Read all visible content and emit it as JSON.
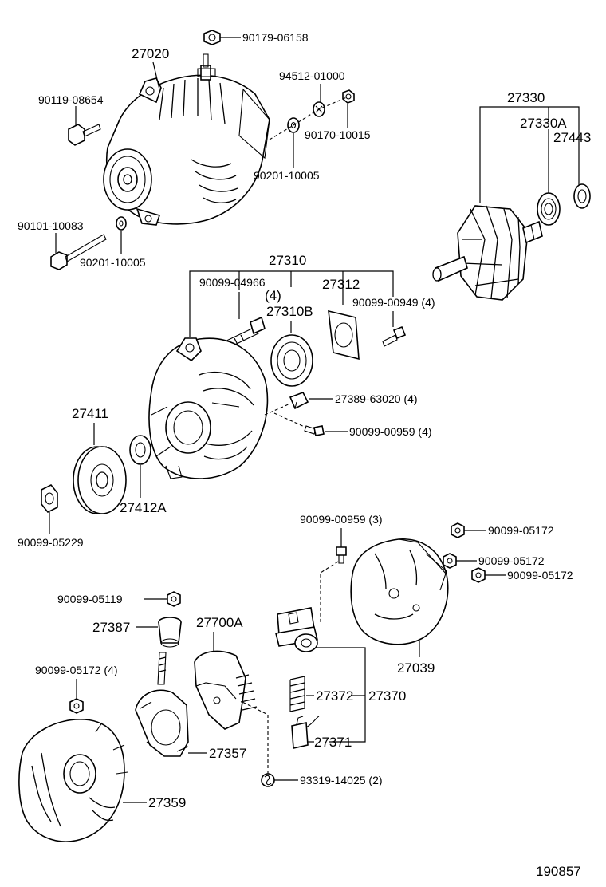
{
  "diagram_id": "190857",
  "labels": {
    "p90179_06158": "90179-06158",
    "p27020": "27020",
    "p90119_08654": "90119-08654",
    "p94512_01000": "94512-01000",
    "p90170_10015": "90170-10015",
    "p90201_10005a": "90201-10005",
    "p90101_10083": "90101-10083",
    "p90201_10005b": "90201-10005",
    "p27330": "27330",
    "p27330A": "27330A",
    "p27443": "27443",
    "p27310": "27310",
    "p90099_04966": "90099-04966",
    "q4a": "(4)",
    "p27312": "27312",
    "p27310B": "27310B",
    "p90099_00949": "90099-00949 (4)",
    "p27389_63020": "27389-63020 (4)",
    "p90099_00959a": "90099-00959 (4)",
    "p27411": "27411",
    "p27412A": "27412A",
    "p90099_05229": "90099-05229",
    "p90099_00959b": "90099-00959 (3)",
    "p90099_05172a": "90099-05172",
    "p90099_05172b": "90099-05172",
    "p90099_05172c": "90099-05172",
    "p90099_05119": "90099-05119",
    "p27387": "27387",
    "p27700A": "27700A",
    "p27039": "27039",
    "p90099_05172d": "90099-05172 (4)",
    "p27372": "27372",
    "p27370": "27370",
    "p27371": "27371",
    "p27357": "27357",
    "p27359": "27359",
    "p93319_14025": "93319-14025 (2)"
  }
}
